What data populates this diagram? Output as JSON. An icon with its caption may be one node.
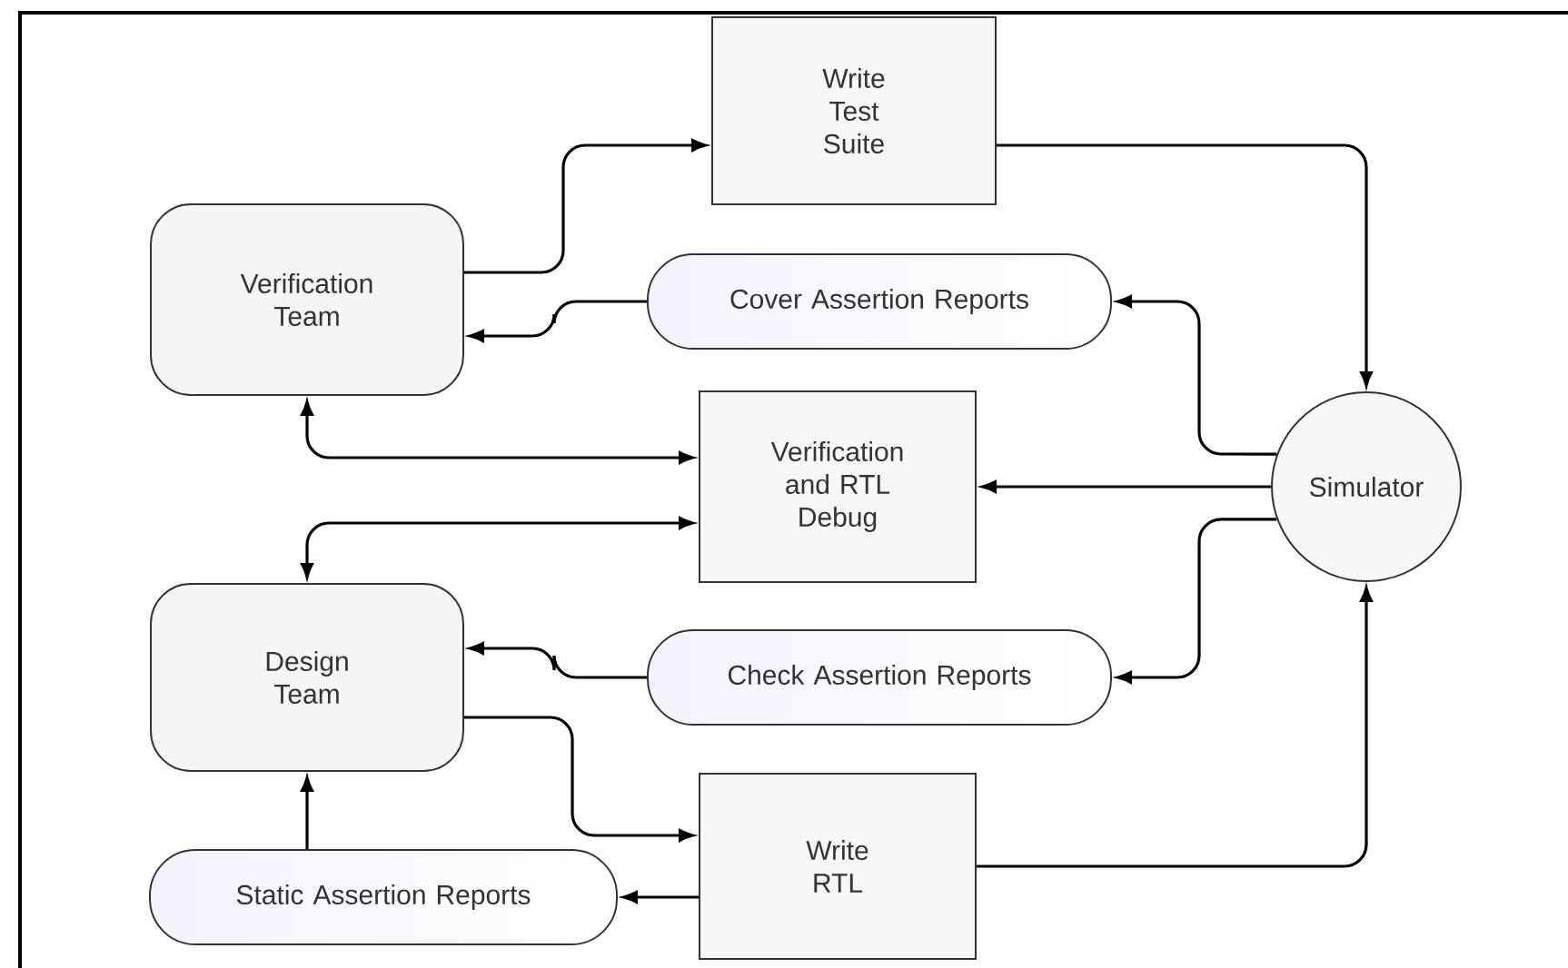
{
  "diagram": {
    "nodes": [
      {
        "text": [
          "Write Test Suite"
        ]
      },
      {
        "text": [
          "Verification Team"
        ]
      },
      {
        "text": [
          "Cover Assertion Reports"
        ]
      },
      {
        "text": [
          "Verification and RTL Debug"
        ]
      },
      {
        "text": [
          "Simulator"
        ]
      },
      {
        "text": [
          "Design Team"
        ]
      },
      {
        "text": [
          "Check Assertion Reports"
        ]
      },
      {
        "text": [
          "Write RTL"
        ]
      },
      {
        "text": [
          "Static Assertion Reports"
        ]
      }
    ],
    "edges": [
      {
        "from": 1,
        "to": 0,
        "arrow": "to"
      },
      {
        "from": 2,
        "to": 1,
        "arrow": "to"
      },
      {
        "from": 4,
        "to": 2,
        "arrow": "to"
      },
      {
        "from": 0,
        "to": 4,
        "arrow": "to"
      },
      {
        "from": 1,
        "to": 3,
        "arrow": "both"
      },
      {
        "from": 4,
        "to": 3,
        "arrow": "to"
      },
      {
        "from": 5,
        "to": 3,
        "arrow": "both"
      },
      {
        "from": 4,
        "to": 6,
        "arrow": "to"
      },
      {
        "from": 6,
        "to": 5,
        "arrow": "to"
      },
      {
        "from": 5,
        "to": 7,
        "arrow": "to"
      },
      {
        "from": 7,
        "to": 8,
        "arrow": "to"
      },
      {
        "from": 8,
        "to": 5,
        "arrow": "to"
      },
      {
        "from": 7,
        "to": 4,
        "arrow": "to"
      }
    ]
  }
}
